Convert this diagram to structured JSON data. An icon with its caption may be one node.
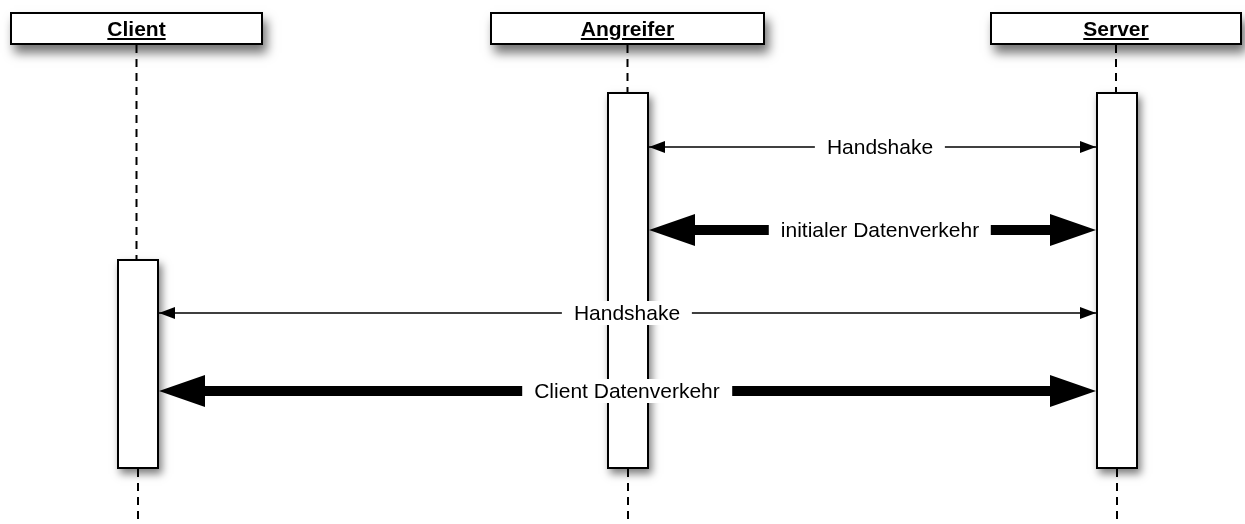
{
  "diagram": {
    "nodes": [
      {
        "text": [
          "Client"
        ]
      },
      {
        "text": [
          "Angreifer"
        ]
      },
      {
        "text": [
          "Server"
        ]
      },
      {
        "text": [],
        "shape": "bar"
      },
      {
        "text": [],
        "shape": "bar"
      },
      {
        "text": [],
        "shape": "bar"
      }
    ],
    "edges": [
      {
        "from": 0,
        "to": 3,
        "arrow": "none",
        "style": "dashed"
      },
      {
        "from": 3,
        "to": null,
        "arrow": "none",
        "style": "dashed"
      },
      {
        "from": 1,
        "to": 4,
        "arrow": "none",
        "style": "dashed"
      },
      {
        "from": 4,
        "to": null,
        "arrow": "none",
        "style": "dashed"
      },
      {
        "from": 2,
        "to": 5,
        "arrow": "none",
        "style": "dashed"
      },
      {
        "from": 5,
        "to": null,
        "arrow": "none",
        "style": "dashed"
      },
      {
        "from": 4,
        "to": 5,
        "arrow": "both",
        "label": "Handshake"
      },
      {
        "from": 4,
        "to": 5,
        "arrow": "both",
        "label": "initialer Datenverkehr",
        "style": "thick"
      },
      {
        "from": 3,
        "to": 5,
        "arrow": "both",
        "label": "Handshake"
      },
      {
        "from": 3,
        "to": 5,
        "arrow": "both",
        "label": "Client Datenverkehr",
        "style": "thick"
      }
    ]
  }
}
